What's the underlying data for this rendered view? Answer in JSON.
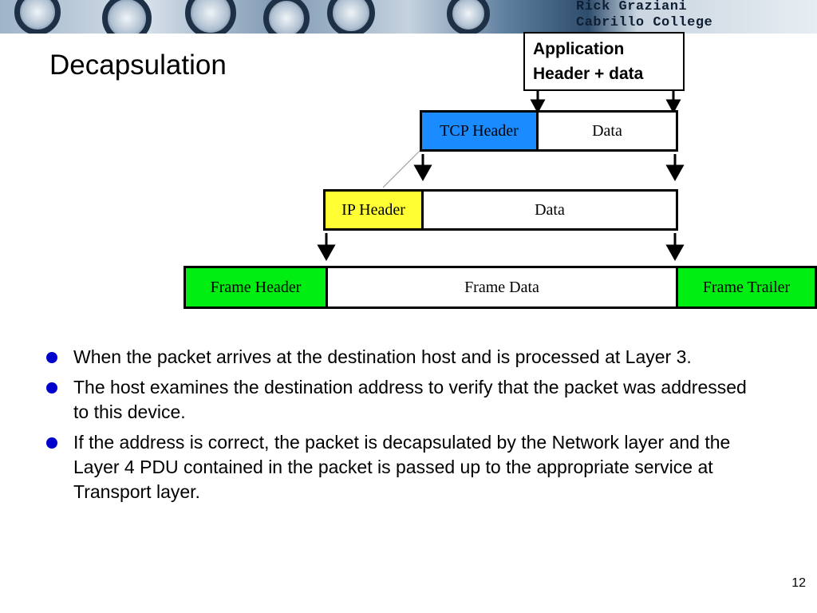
{
  "banner": {
    "author_line1": "Rick Graziani",
    "author_line2": "Cabrillo College"
  },
  "title": "Decapsulation",
  "app_box": {
    "line1": "Application",
    "line2": "Header + data"
  },
  "tcp_row": {
    "header": "TCP Header",
    "data": "Data",
    "header_color": "#1a8cff"
  },
  "ip_row": {
    "header": "IP Header",
    "data": "Data",
    "header_color": "#ffff33"
  },
  "frame_row": {
    "header": "Frame Header",
    "data": "Frame Data",
    "trailer": "Frame Trailer",
    "header_color": "#00ee11"
  },
  "bullets": [
    "When the packet arrives at the destination host and is processed at Layer 3.",
    "The host examines the destination address to verify that the packet was addressed to this device.",
    "If the address is correct, the packet is decapsulated by the Network layer and the Layer 4 PDU contained in the packet is passed up to the appropriate service at Transport layer."
  ],
  "page_number": "12",
  "colors": {
    "bullet": "#0000cc"
  }
}
